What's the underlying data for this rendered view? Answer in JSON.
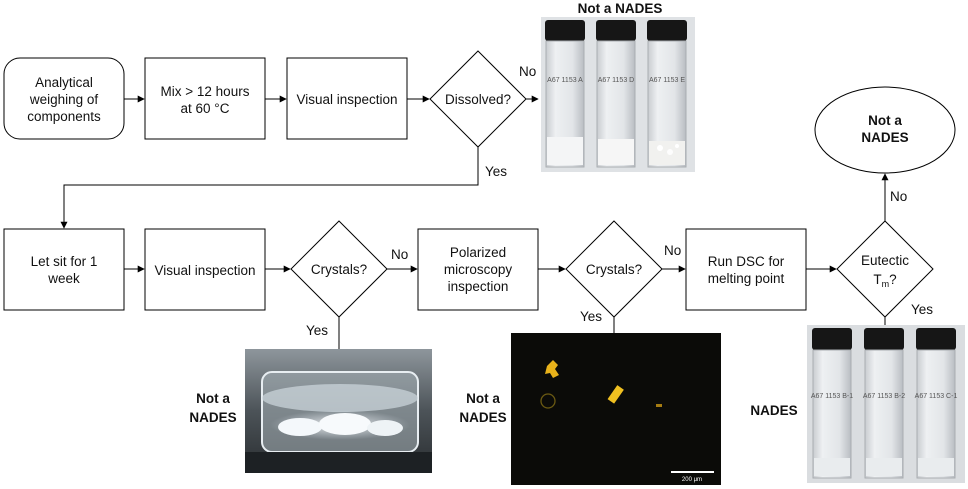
{
  "nodes": {
    "weigh": [
      "Analytical",
      "weighing of",
      "components"
    ],
    "mix": [
      "Mix > 12 hours",
      "at 60 °C"
    ],
    "inspect1": "Visual inspection",
    "dissolved": "Dissolved?",
    "letsit": [
      "Let sit for 1",
      "week"
    ],
    "inspect2": "Visual inspection",
    "crystals1": "Crystals?",
    "polarized": [
      "Polarized",
      "microscopy",
      "inspection"
    ],
    "crystals2": "Crystals?",
    "dsc": [
      "Run DSC for",
      "melting point"
    ],
    "eutectic_main": "Eutectic",
    "eutectic_tm_base": "T",
    "eutectic_tm_sub": "m",
    "eutectic_tm_tail": "?",
    "not_nades_oval": [
      "Not a",
      "NADES"
    ]
  },
  "edge_labels": {
    "dissolved_no": "No",
    "dissolved_yes": "Yes",
    "crystals1_no": "No",
    "crystals1_yes": "Yes",
    "crystals2_no": "No",
    "crystals2_yes": "Yes",
    "eutectic_no": "No",
    "eutectic_yes": "Yes"
  },
  "photo_captions": {
    "top": "Not a NADES",
    "bottom_left": [
      "Not a",
      "NADES"
    ],
    "bottom_mid": [
      "Not a",
      "NADES"
    ],
    "bottom_right": "NADES"
  },
  "vial_labels": {
    "top": [
      "A67 1153 A",
      "A67 1153 D",
      "A67 1153 E"
    ],
    "bottom_right": [
      "A67 1153 B-1",
      "A67 1153 B-2",
      "A67 1153 C-1"
    ]
  },
  "scale_bar": "200 μm",
  "colors": {
    "stroke": "#000000",
    "crystal": "#e8b21a",
    "micro_bg": "#0b0b08"
  }
}
